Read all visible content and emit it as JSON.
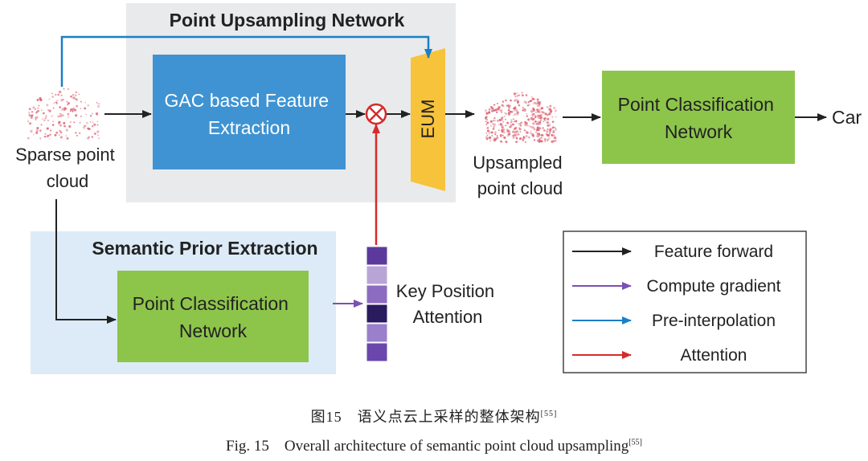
{
  "upsampling_title": "Point Upsampling Network",
  "semantic_title": "Semantic Prior Extraction",
  "gac_label": [
    "GAC based Feature",
    "Extraction"
  ],
  "eum_label": "EUM",
  "pcn_top_label": [
    "Point Classification",
    "Network"
  ],
  "pcn_bottom_label": [
    "Point Classification",
    "Network"
  ],
  "sparse_label": [
    "Sparse point",
    "cloud"
  ],
  "upsampled_label": [
    "Upsampled",
    "point cloud"
  ],
  "output_label": "Car",
  "attention_label": [
    "Key Position",
    "Attention"
  ],
  "legend": [
    {
      "label": "Feature forward",
      "color": "#222222"
    },
    {
      "label": "Compute gradient",
      "color": "#7b4fb5"
    },
    {
      "label": "Pre-interpolation",
      "color": "#1a7fc8"
    },
    {
      "label": "Attention",
      "color": "#d62b2b"
    }
  ],
  "attention_cell_colors": [
    "#5b3a9c",
    "#b8a5d6",
    "#8c6cc0",
    "#2a1a5e",
    "#9a7fcc",
    "#6a46ad"
  ],
  "colors": {
    "gac_box": "#3f93d2",
    "pcn_box": "#8dc54b",
    "eum_box": "#f7c33a",
    "upsampling_bg": "#e9eaec",
    "semantic_bg": "#dcebf7",
    "point_cloud": "#d9586a"
  },
  "caption": {
    "cn_text": "图15　语义点云上采样的整体架构",
    "cn_ref": "[55]",
    "en_text": "Fig. 15　Overall architecture of semantic point cloud upsampling",
    "en_ref": "[55]"
  }
}
